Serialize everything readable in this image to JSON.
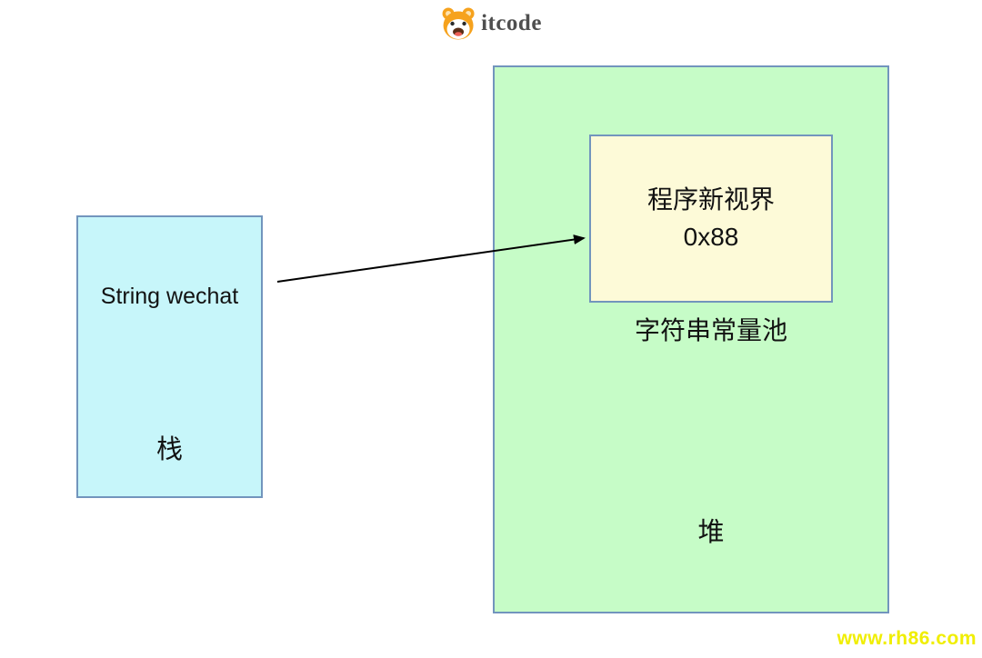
{
  "logo": {
    "text": "itcode",
    "mascot_icon": "dog-face-icon"
  },
  "stack_box": {
    "value": "String wechat",
    "label": "栈"
  },
  "heap_box": {
    "label": "堆"
  },
  "pool_box": {
    "name": "程序新视界",
    "address": "0x88",
    "caption": "字符串常量池"
  },
  "watermark": {
    "text": "www.rh86.com"
  },
  "colors": {
    "stack_fill": "#c7f6fa",
    "heap_fill": "#c6fcc7",
    "pool_fill": "#fdfad8",
    "box_border": "#7295bd",
    "arrow": "#000000",
    "watermark_text": "#f0ee00",
    "logo_text": "#4f4f4f",
    "mascot_orange": "#f6a21d"
  }
}
